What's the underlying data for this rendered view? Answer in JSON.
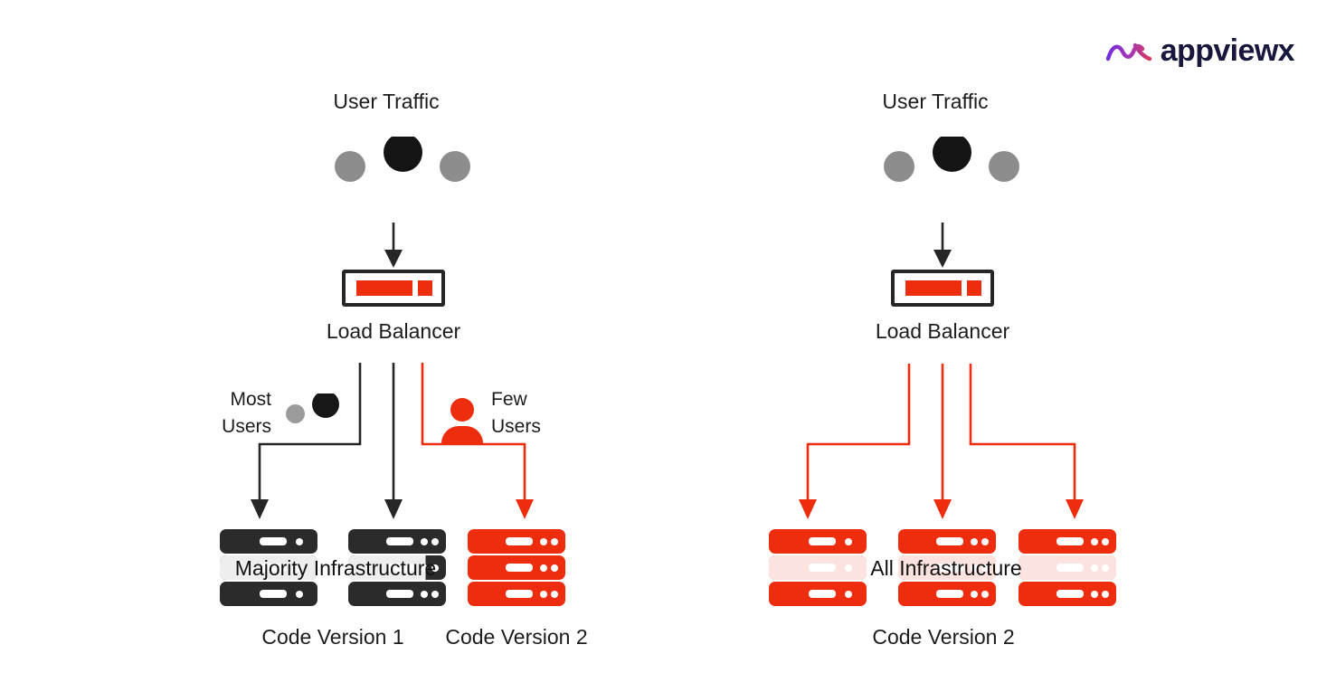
{
  "brand": {
    "name": "appviewx",
    "logo_icon": "wave-gradient-icon",
    "text_color": "#17183B",
    "gradient": [
      "#6D2EE0",
      "#A934B4",
      "#DC3A52"
    ]
  },
  "colors": {
    "accent_red": "#EE2D0E",
    "server_dark": "#2B2B2B",
    "line_black": "#262626",
    "person_gray": "#8D8D8D",
    "text": "#1C1C1C",
    "background": "#FFFFFF"
  },
  "left_diagram": {
    "user_traffic": "User Traffic",
    "load_balancer": "Load Balancer",
    "most_users": "Most\nUsers",
    "few_users": "Few\nUsers",
    "infrastructure": "Majority Infrastructure",
    "code_version_1": "Code Version 1",
    "code_version_2": "Code Version 2",
    "stacks": "two dark 3-server stacks (version 1), one red 3-server stack (version 2)"
  },
  "right_diagram": {
    "user_traffic": "User Traffic",
    "load_balancer": "Load Balancer",
    "infrastructure": "All Infrastructure",
    "code_version": "Code Version 2",
    "stacks": "three red 3-server stacks (version 2)"
  }
}
